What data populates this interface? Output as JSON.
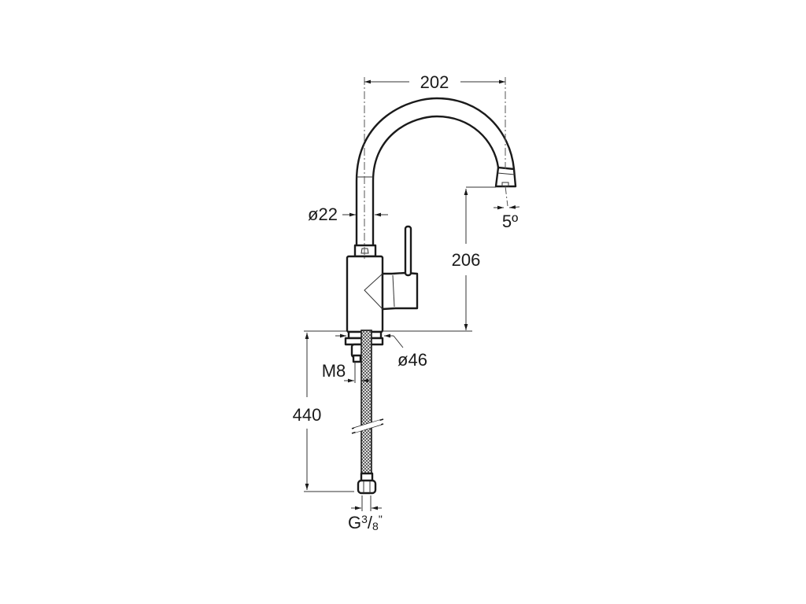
{
  "drawing": {
    "subject": "Kitchen mixer tap dimension drawing",
    "line_color": "#1a1a1a",
    "background": "#ffffff",
    "dimensions": {
      "spout_reach": "202",
      "spout_height": "206",
      "spout_angle": "5º",
      "tube_diameter": "ø22",
      "base_diameter": "ø46",
      "fixing_thread": "M8",
      "hose_length": "440",
      "hose_connector_g": "G",
      "hose_connector_num": "3",
      "hose_connector_den": "8",
      "hose_connector_unit": "\""
    }
  }
}
